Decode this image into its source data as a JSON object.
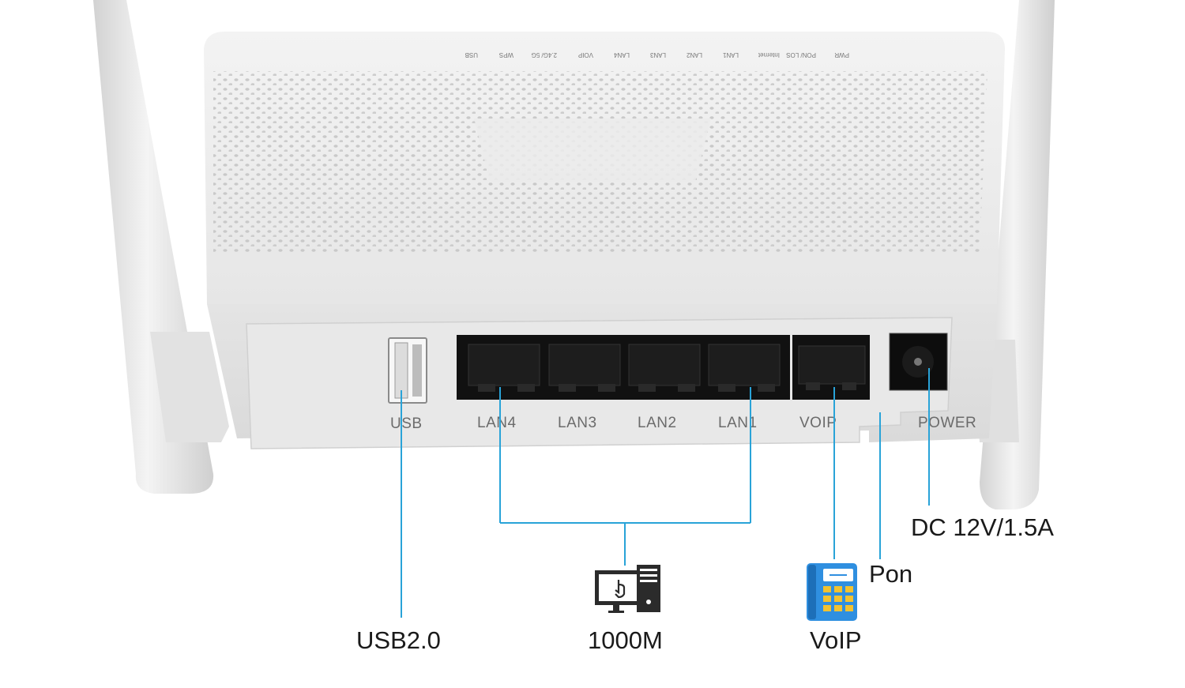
{
  "led_labels": [
    "PWR",
    "PON/ LOS",
    "Internet",
    "LAN1",
    "LAN2",
    "LAN3",
    "LAN4",
    "VOIP",
    "2.4G/ 5G",
    "WPS",
    "USB"
  ],
  "ports": {
    "usb": "USB",
    "lan4": "LAN4",
    "lan3": "LAN3",
    "lan2": "LAN2",
    "lan1": "LAN1",
    "voip": "VOIP",
    "power": "POWER"
  },
  "callouts": {
    "usb": "USB2.0",
    "lan": "1000M",
    "voip": "VoIP",
    "pon": "Pon",
    "power": "DC 12V/1.5A"
  },
  "icons": {
    "computer": "computer-icon",
    "phone": "phone-icon"
  },
  "colors": {
    "leader_line": "#29a3d8",
    "device_body": "#ececec",
    "port_black": "#111111",
    "phone_blue": "#2f8fe0",
    "phone_keys": "#f2c230"
  }
}
